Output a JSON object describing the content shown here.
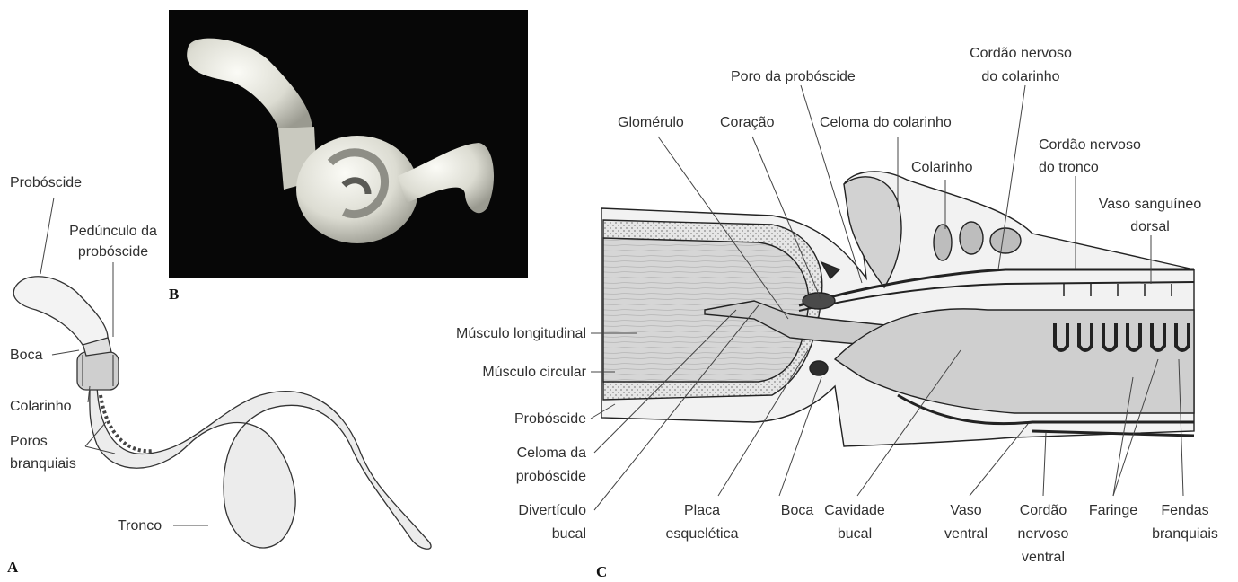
{
  "panels": {
    "a": "A",
    "b": "B",
    "c": "C"
  },
  "panel_a": {
    "labels": {
      "proboscide": "Probóscide",
      "pedunculo_1": "Pedúnculo da",
      "pedunculo_2": "probóscide",
      "boca": "Boca",
      "colarinho": "Colarinho",
      "poros_1": "Poros",
      "poros_2": "branquiais",
      "tronco": "Tronco"
    }
  },
  "panel_c": {
    "labels": {
      "musculo_longitudinal": "Músculo longitudinal",
      "musculo_circular": "Músculo circular",
      "proboscide": "Probóscide",
      "celoma_proboscide_1": "Celoma da",
      "celoma_proboscide_2": "probóscide",
      "diverticulo_1": "Divertículo",
      "diverticulo_2": "bucal",
      "placa_1": "Placa",
      "placa_2": "esquelética",
      "boca": "Boca",
      "cavidade_1": "Cavidade",
      "cavidade_2": "bucal",
      "vaso_ventral_1": "Vaso",
      "vaso_ventral_2": "ventral",
      "cordao_ventral_1": "Cordão",
      "cordao_ventral_2": "nervoso",
      "cordao_ventral_3": "ventral",
      "faringe": "Faringe",
      "fendas_1": "Fendas",
      "fendas_2": "branquiais",
      "glomerulo": "Glomérulo",
      "coracao": "Coração",
      "poro": "Poro da probóscide",
      "celoma_colarinho": "Celoma do colarinho",
      "cordao_colarinho_1": "Cordão nervoso",
      "cordao_colarinho_2": "do colarinho",
      "colarinho": "Colarinho",
      "cordao_tronco_1": "Cordão nervoso",
      "cordao_tronco_2": "do tronco",
      "vaso_dorsal_1": "Vaso sanguíneo",
      "vaso_dorsal_2": "dorsal"
    }
  }
}
